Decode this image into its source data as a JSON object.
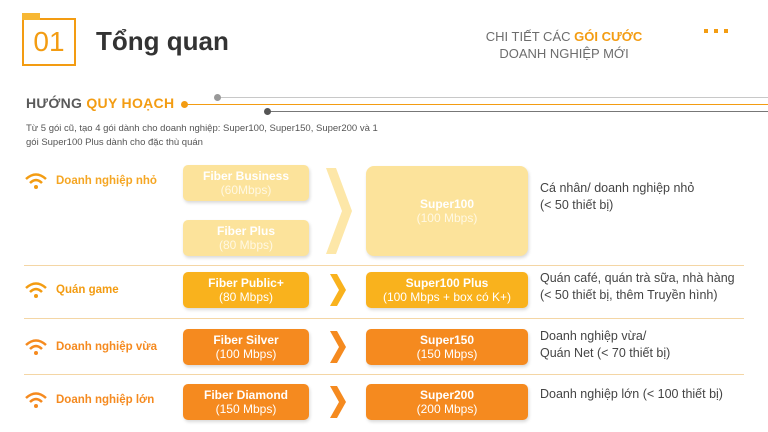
{
  "header": {
    "number": "01",
    "title": "Tổng quan",
    "subtitle": {
      "part1": "CHI TIẾT CÁC ",
      "highlight": "GÓI CƯỚC",
      "line2": "DOANH NGHIỆP MỚI"
    }
  },
  "section": {
    "title_part1": "HƯỚNG ",
    "title_highlight": "QUY HOẠCH",
    "description": "Từ 5 gói cũ, tạo 4 gói dành cho doanh nghiệp: Super100, Super150, Super200 và 1 gói Super100 Plus dành cho đặc thù quán"
  },
  "colors": {
    "accent": "#f39c12",
    "pale": "#fce39b",
    "mid": "#f9b21d",
    "strong": "#f58a1f"
  },
  "rows": [
    {
      "segment": "Doanh nghiệp nhỏ",
      "old": [
        {
          "name": "Fiber Business",
          "speed": "(60Mbps)"
        },
        {
          "name": "Fiber Plus",
          "speed": "(80 Mbps)"
        }
      ],
      "new_name": "Super100",
      "new_speed": "(100 Mbps)",
      "desc1": "Cá nhân/ doanh nghiệp nhỏ",
      "desc2": "(< 50 thiết bị)"
    },
    {
      "segment": "Quán game",
      "old": [
        {
          "name": "Fiber Public+",
          "speed": "(80 Mbps)"
        }
      ],
      "new_name": "Super100 Plus",
      "new_speed": "(100 Mbps + box có K+)",
      "desc1": "Quán café, quán trà sữa, nhà hàng",
      "desc2": "(< 50 thiết bị, thêm Truyền hình)"
    },
    {
      "segment": "Doanh nghiệp vừa",
      "old": [
        {
          "name": "Fiber Silver",
          "speed": "(100 Mbps)"
        }
      ],
      "new_name": "Super150",
      "new_speed": "(150 Mbps)",
      "desc1": "Doanh nghiệp vừa/",
      "desc2": "Quán Net (< 70 thiết bị)"
    },
    {
      "segment": "Doanh nghiệp lớn",
      "old": [
        {
          "name": "Fiber Diamond",
          "speed": "(150 Mbps)"
        }
      ],
      "new_name": "Super200",
      "new_speed": "(200 Mbps)",
      "desc1": "Doanh nghiệp lớn (< 100 thiết bị)",
      "desc2": ""
    }
  ]
}
